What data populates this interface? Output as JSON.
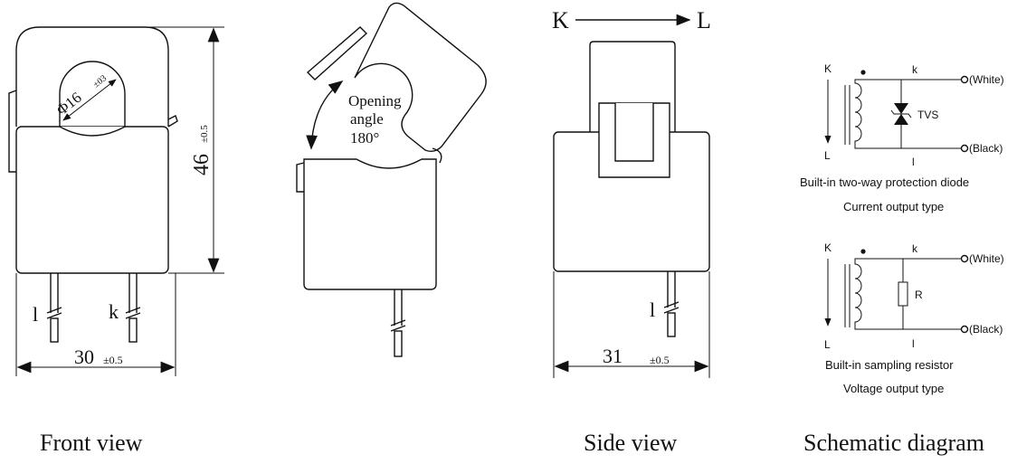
{
  "front_view": {
    "caption": "Front view",
    "diameter_label": "Φ16",
    "diameter_tol": "±03",
    "height_value": "46",
    "height_tol": "±0.5",
    "width_value": "30",
    "width_tol": "±0.5",
    "lead_left": "l",
    "lead_right": "k"
  },
  "open_view": {
    "opening_line1": "Opening",
    "opening_line2": "angle",
    "opening_line3": "180°"
  },
  "side_view": {
    "caption": "Side view",
    "direction_from": "K",
    "direction_to": "L",
    "width_value": "31",
    "width_tol": "±0.5",
    "lead": "l"
  },
  "schematic": {
    "caption": "Schematic diagram",
    "current": {
      "K": "K",
      "L": "L",
      "k": "k",
      "l": "l",
      "white": "(White)",
      "black": "(Black)",
      "component": "TVS",
      "desc1": "Built-in two-way protection diode",
      "desc2": "Current output type"
    },
    "voltage": {
      "K": "K",
      "L": "L",
      "k": "k",
      "l": "l",
      "white": "(White)",
      "black": "(Black)",
      "component": "R",
      "desc1": "Built-in sampling resistor",
      "desc2": "Voltage output type"
    }
  }
}
